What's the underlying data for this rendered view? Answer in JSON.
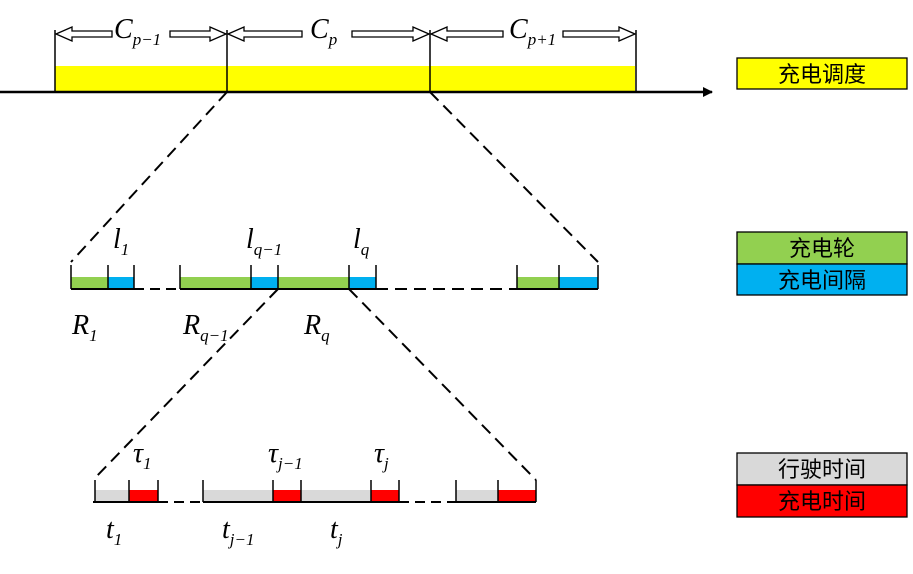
{
  "colors": {
    "schedule": "#ffff00",
    "round": "#92d050",
    "interval": "#00b0f0",
    "driving": "#d9d9d9",
    "charging": "#ff0000",
    "line": "#000000"
  },
  "top": {
    "labels": [
      {
        "base": "C",
        "sub": "p−1"
      },
      {
        "base": "C",
        "sub": "p"
      },
      {
        "base": "C",
        "sub": "p+1"
      }
    ]
  },
  "middle": {
    "labels_above": [
      {
        "base": "l",
        "sub": "1"
      },
      {
        "base": "l",
        "sub": "q−1"
      },
      {
        "base": "l",
        "sub": "q"
      }
    ],
    "labels_below": [
      {
        "base": "R",
        "sub": "1"
      },
      {
        "base": "R",
        "sub": "q−1"
      },
      {
        "base": "R",
        "sub": "q"
      }
    ]
  },
  "bottom": {
    "labels_above": [
      {
        "base": "τ",
        "sub": "1"
      },
      {
        "base": "τ",
        "sub": "j−1"
      },
      {
        "base": "τ",
        "sub": "j"
      }
    ],
    "labels_below": [
      {
        "base": "t",
        "sub": "1"
      },
      {
        "base": "t",
        "sub": "j−1"
      },
      {
        "base": "t",
        "sub": "j"
      }
    ]
  },
  "legend": {
    "schedule": "充电调度",
    "round": "充电轮",
    "interval": "充电间隔",
    "driving": "行驶时间",
    "charging": "充电时间"
  }
}
